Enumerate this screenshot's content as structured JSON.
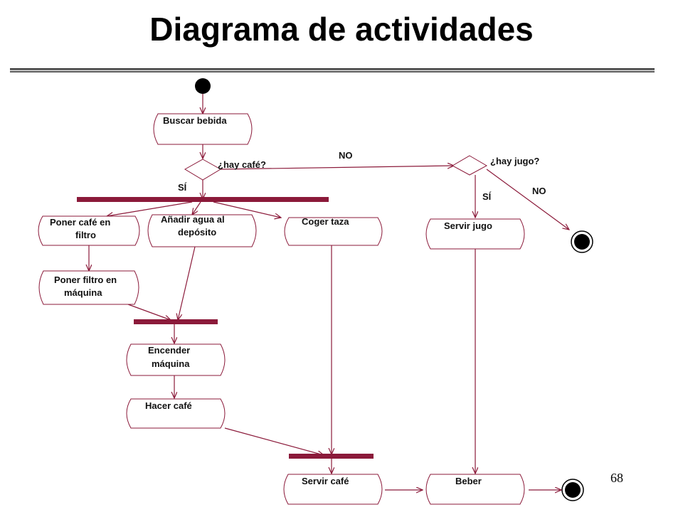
{
  "title": "Diagrama de actividades",
  "page_number": "68",
  "activities": {
    "buscar_bebida": "Buscar bebida",
    "poner_cafe_1": "Poner café en",
    "poner_cafe_2": "filtro",
    "anadir_agua_1": "Añadir agua al",
    "anadir_agua_2": "depósito",
    "coger_taza": "Coger taza",
    "servir_jugo": "Servir jugo",
    "poner_filtro_1": "Poner filtro en",
    "poner_filtro_2": "máquina",
    "encender_1": "Encender",
    "encender_2": "máquina",
    "hacer_cafe": "Hacer café",
    "servir_cafe": "Servir café",
    "beber": "Beber"
  },
  "decisions": {
    "hay_cafe": "¿hay café?",
    "hay_jugo": "¿hay jugo?"
  },
  "guards": {
    "si": "SÍ",
    "no": "NO"
  },
  "colors": {
    "flow": "#8b1a3a",
    "node": "#000000"
  }
}
